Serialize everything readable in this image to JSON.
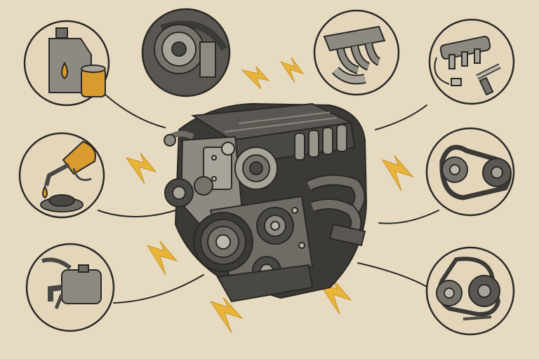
{
  "palette": {
    "background": "#e6dac0",
    "ink": "#2b2926",
    "metal_dark": "#4a4844",
    "metal_mid": "#76736c",
    "metal_light": "#a8a49a",
    "spark": "#e8b53a",
    "oil": "#d99a2e",
    "circle_fill": "#e3d6bb"
  },
  "center": {
    "subject": "engine-block"
  },
  "callouts": [
    {
      "id": "oil-and-filter",
      "icon": "oil-jug-filter-icon"
    },
    {
      "id": "timing-belt-pulley",
      "icon": "timing-pulley-icon"
    },
    {
      "id": "exhaust-manifold",
      "icon": "exhaust-manifold-icon"
    },
    {
      "id": "fuel-rail-spark-plugs",
      "icon": "fuel-rail-spark-plug-icon"
    },
    {
      "id": "fuel-nozzle",
      "icon": "fuel-nozzle-icon"
    },
    {
      "id": "serpentine-belt",
      "icon": "serpentine-belt-icon"
    },
    {
      "id": "coolant-reservoir",
      "icon": "coolant-reservoir-icon"
    },
    {
      "id": "drive-belt-pulleys",
      "icon": "drive-belt-pulleys-icon"
    }
  ],
  "sparks": 7
}
